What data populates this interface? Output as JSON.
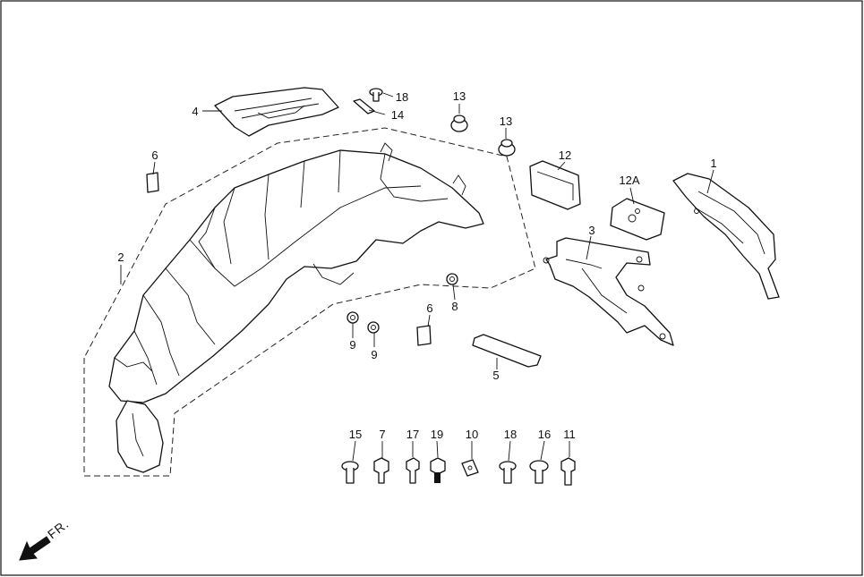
{
  "labels": {
    "p1": "1",
    "p2": "2",
    "p3": "3",
    "p4": "4",
    "p5": "5",
    "p6a": "6",
    "p6b": "6",
    "p7": "7",
    "p8": "8",
    "p9a": "9",
    "p9b": "9",
    "p10": "10",
    "p11": "11",
    "p12": "12",
    "p12a": "12A",
    "p13a": "13",
    "p13b": "13",
    "p14": "14",
    "p15": "15",
    "p16": "16",
    "p17": "17",
    "p18a": "18",
    "p18b": "18",
    "p19": "19"
  },
  "front_indicator": "FR.",
  "colors": {
    "line": "#111111",
    "background": "#ffffff"
  }
}
